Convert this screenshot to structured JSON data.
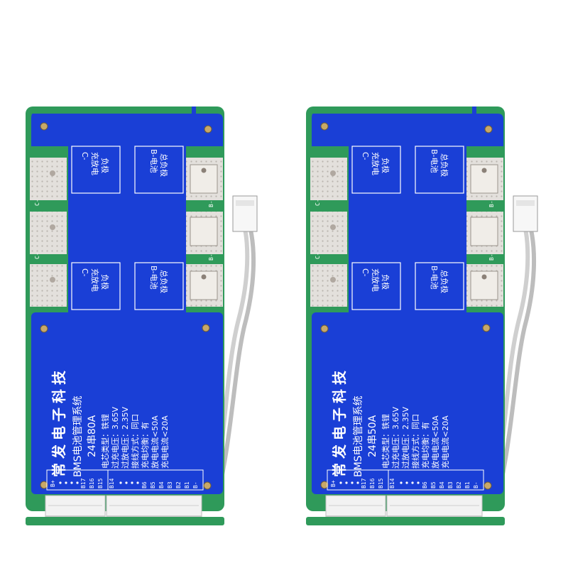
{
  "boards": [
    {
      "brand": "常发电子科技",
      "system": "BMS电池管理系统",
      "model": "24串80A",
      "specs": [
        "电芯类型：铁锂",
        "过充电压：3.65V",
        "过放电压：2.35V",
        "接线方式：同口",
        "充电均衡：有",
        "放电电流<50A",
        "充电电流<20A"
      ],
      "pad_c_label": [
        "C-",
        "充放电",
        "负极"
      ],
      "pad_b_label": [
        "B-电池",
        "总负极"
      ],
      "c_minus": "C-",
      "b_minus": "B-",
      "left_pins": [
        "B+",
        "B17",
        "B16",
        "B15"
      ],
      "right_pins": [
        "B14",
        "B6",
        "B5",
        "B4",
        "B3",
        "B2",
        "B1",
        "B-"
      ]
    },
    {
      "brand": "常发电子科技",
      "system": "BMS电池管理系统",
      "model": "24串50A",
      "specs": [
        "电芯类型：铁锂",
        "过充电压：3.65V",
        "过放电压：2.35V",
        "接线方式：同口",
        "充电均衡：有",
        "放电电流<50A",
        "充电电流<20A"
      ],
      "pad_c_label": [
        "C-",
        "充放电",
        "负极"
      ],
      "pad_b_label": [
        "B-电池",
        "总负极"
      ],
      "c_minus": "C-",
      "b_minus": "B-",
      "left_pins": [
        "B+",
        "B17",
        "B16",
        "B15"
      ],
      "right_pins": [
        "B14",
        "B6",
        "B5",
        "B4",
        "B3",
        "B2",
        "B1",
        "B-"
      ]
    }
  ],
  "colors": {
    "board_blue": "#1a3fd6",
    "board_edge": "#0d2aa8",
    "pcb_green": "#2f9a5a",
    "print_white": "#ffffff",
    "pad_silver": "#d9d6d2"
  }
}
